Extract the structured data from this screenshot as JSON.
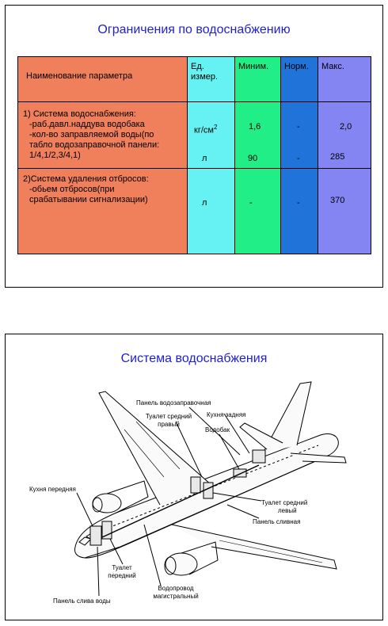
{
  "slide1": {
    "title": "Ограничения по водоснабжению",
    "table": {
      "headers": {
        "param": "Наименование параметра",
        "unit_1": "Ед.",
        "unit_2": "измер.",
        "min": "Миним.",
        "norm": "Норм.",
        "max": "Макс."
      },
      "row1": {
        "param_lines": [
          "1) Система водоснабжения:",
          "-раб.давл.наддува водобака",
          "-кол-во заправляемой воды(по",
          "табло водозаправочной панели:",
          "1/4,1/2,3/4,1)"
        ],
        "unit_a": "кг/см",
        "unit_a_sup": "2",
        "unit_b": "л",
        "min_a": "1,6",
        "min_b": "90",
        "norm_a": "-",
        "norm_b": "-",
        "max_a": "2,0",
        "max_b": "285"
      },
      "row2": {
        "param_lines": [
          "2)Система удаления отбросов:",
          "-обьем отбросов(при",
          "срабатывании сигнализации)"
        ],
        "unit": "л",
        "min": "-",
        "norm": "-",
        "max": "370"
      }
    },
    "colors": {
      "title": "#1f1fd0",
      "param_col": "#f07f5c",
      "unit_col": "#66f2f2",
      "min_col": "#22ee88",
      "norm_col": "#1f73d9",
      "max_col": "#8484f2"
    }
  },
  "slide2": {
    "title": "Система водоснабжения",
    "labels": {
      "refuel_panel": "Панель водозаправочная",
      "toilet_mid_right_1": "Туалет средний",
      "toilet_mid_right_2": "правый",
      "kitchen_rear": "Кухня задняя",
      "water_tank": "Водобак",
      "kitchen_front": "Кухня передняя",
      "toilet_mid_left_1": "Туалет средний",
      "toilet_mid_left_2": "левый",
      "drain_panel": "Панель сливная",
      "toilet_front_1": "Туалет",
      "toilet_front_2": "передний",
      "main_pipe_1": "Водопровод",
      "main_pipe_2": "магистральный",
      "water_drain_panel": "Панель слива воды"
    }
  }
}
